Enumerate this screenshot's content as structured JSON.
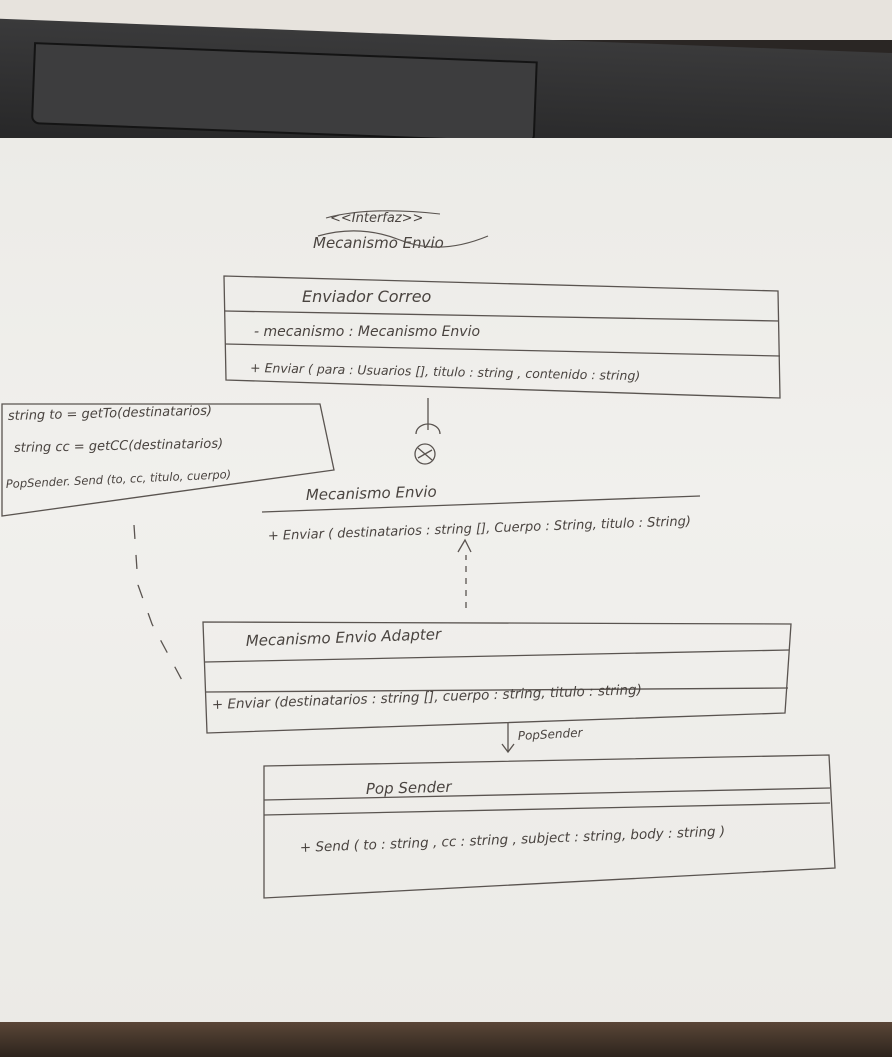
{
  "stereotype": {
    "line1": "<<Interfaz>>",
    "line2": "Mecanismo Envio"
  },
  "enviador": {
    "name": "Enviador Correo",
    "attribute": "- mecanismo : Mecanismo Envio",
    "operation": "+ Enviar ( para : Usuarios [], titulo : string , contenido : string)"
  },
  "note": {
    "line1": "string to = getTo(destinatarios)",
    "line2": "string cc = getCC(destinatarios)",
    "line3": "PopSender. Send (to, cc, titulo, cuerpo)"
  },
  "interface": {
    "name": "Mecanismo Envio",
    "operation": "+ Enviar ( destinatarios : string [], Cuerpo : String, titulo : String)"
  },
  "adapter": {
    "name": "Mecanismo Envio Adapter",
    "operation": "+ Enviar (destinatarios : string [], cuerpo : string, titulo : string)"
  },
  "association_label": "PopSender",
  "popsender": {
    "name": "Pop Sender",
    "operation": "+ Send ( to : string , cc : string , subject : string, body : string )"
  },
  "colors": {
    "ink": "#4a4440",
    "paper": "#efeeea"
  }
}
